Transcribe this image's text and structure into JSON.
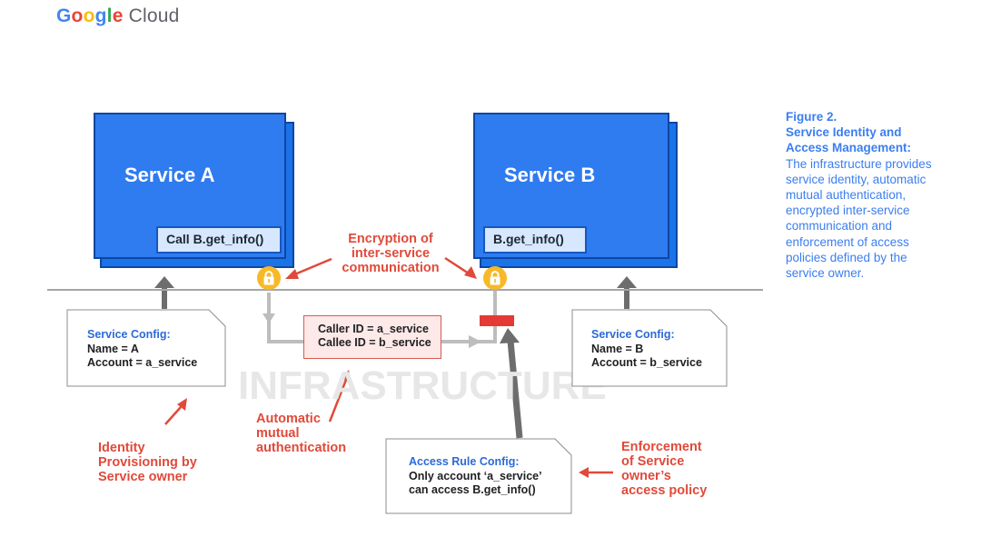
{
  "logo": {
    "word1": "Google",
    "word2": "Cloud"
  },
  "infrastructure_label": "INFRASTRUCTURE",
  "service_a": {
    "title": "Service A",
    "method": "Call B.get_info()",
    "config": {
      "heading": "Service Config:",
      "line1": "Name = A",
      "line2": "Account  = a_service"
    }
  },
  "service_b": {
    "title": "Service B",
    "method": "B.get_info()",
    "config": {
      "heading": "Service Config:",
      "line1": "Name = B",
      "line2": "Account  = b_service"
    }
  },
  "auth_box": {
    "line1": "Caller  ID = a_service",
    "line2": "Callee ID =  b_service"
  },
  "access_rule": {
    "heading": "Access Rule Config:",
    "line1": "Only account ‘a_service’",
    "line2": "can access B.get_info()"
  },
  "annotations": {
    "encryption": [
      "Encryption of",
      "inter-service",
      "communication"
    ],
    "mutual_auth": [
      "Automatic",
      "mutual",
      "authentication"
    ],
    "identity": [
      "Identity",
      "Provisioning by",
      "Service owner"
    ],
    "enforcement": [
      "Enforcement",
      "of Service",
      "owner’s",
      "access policy"
    ]
  },
  "caption": {
    "title": [
      "Figure 2.",
      "Service Identity and",
      "Access Management:"
    ],
    "body": [
      "The infrastructure provides",
      "service identity, automatic",
      "mutual authentication,",
      "encrypted inter-service",
      "communication and",
      "enforcement of access",
      "policies defined by the",
      "service owner."
    ]
  },
  "colors": {
    "service_blue": "#2f7bf0",
    "caption_blue": "#3b7ef0",
    "annotation_red": "#e04a3a",
    "lock_yellow": "#f7b928",
    "line_gray": "#a5a5a5"
  }
}
